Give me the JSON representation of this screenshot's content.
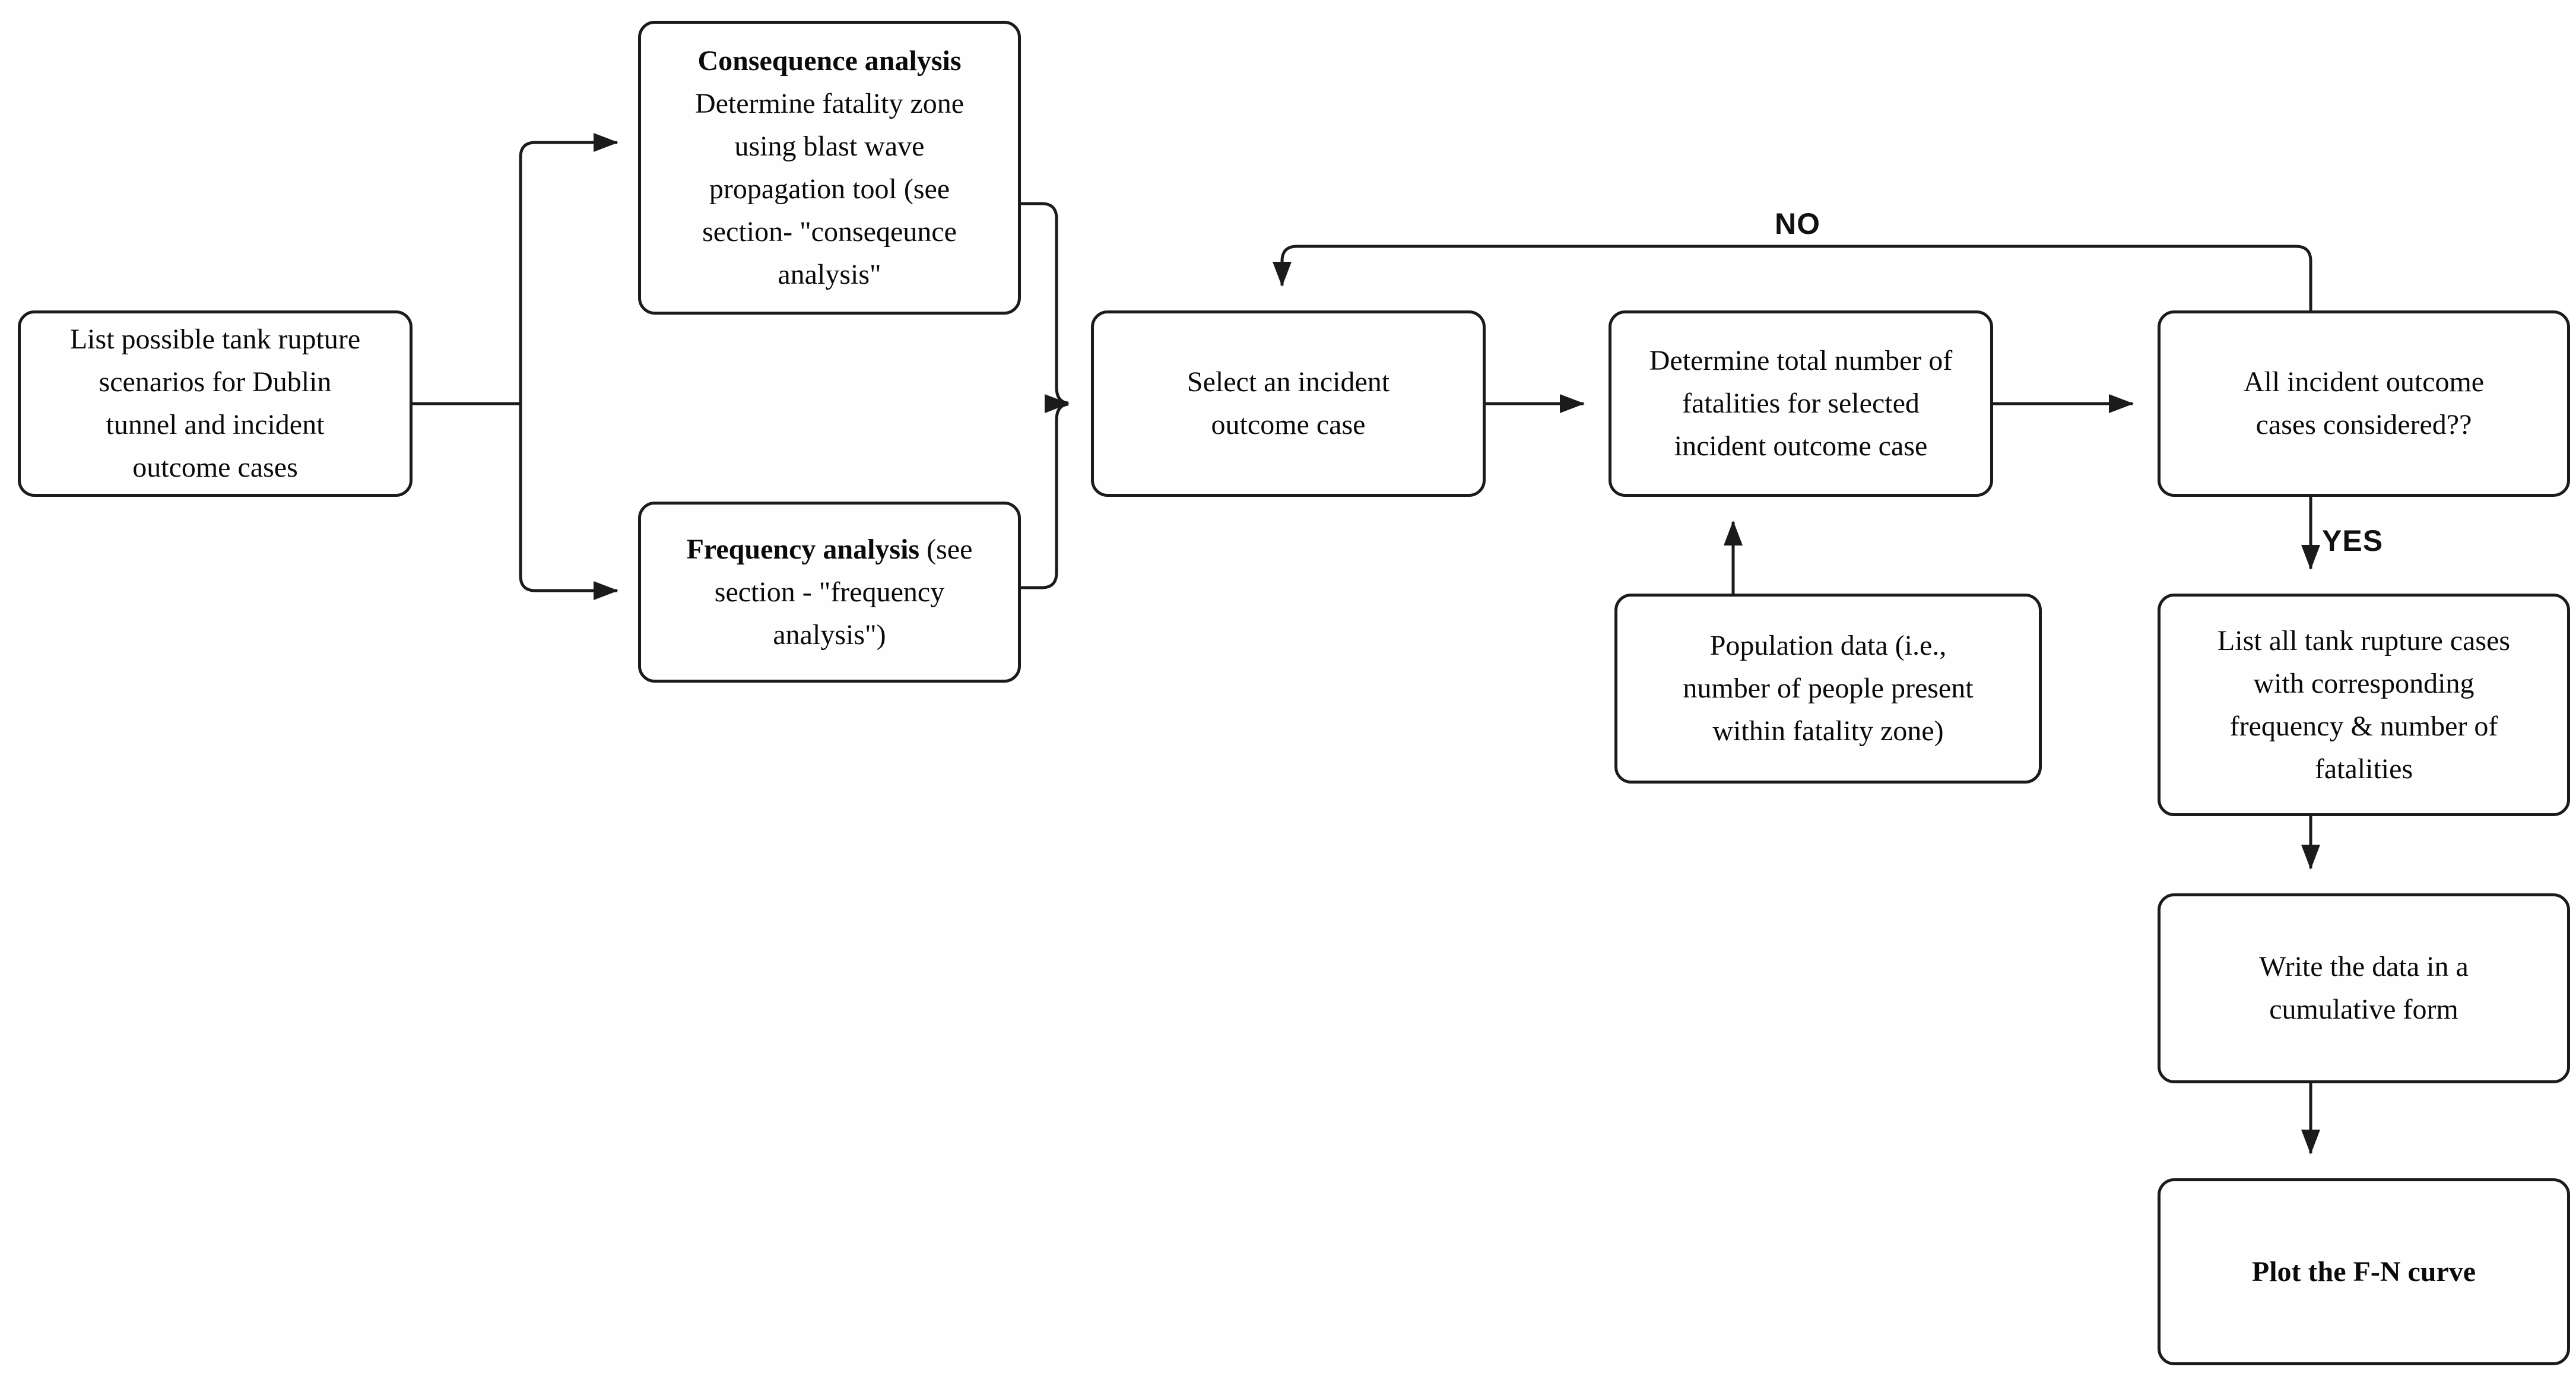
{
  "diagram": {
    "title": "F-N curve construction flowchart for Dublin tunnel tank rupture risk analysis",
    "colors": {
      "line": "#1b1b1b",
      "background": "#ffffff",
      "text": "#0a0a0a"
    },
    "nodes": {
      "scenarios": {
        "text": "List possible tank rupture\nscenarios for Dublin\ntunnel and incident\noutcome cases"
      },
      "consequence": {
        "title": "Consequence analysis",
        "body": "\nDetermine fatality zone\nusing blast wave\npropagation tool (see\nsection- \"conseqeunce\nanalysis\""
      },
      "frequency": {
        "title": "Frequency analysis",
        "body": " (see\nsection - \"frequency\nanalysis\")"
      },
      "select": {
        "text": "Select an incident\noutcome case"
      },
      "determine": {
        "text": "Determine total number of\nfatalities for selected\nincident outcome case"
      },
      "considered": {
        "text": "All incident outcome\ncases considered??"
      },
      "population": {
        "text": "Population data (i.e.,\nnumber of people present\nwithin fatality zone)"
      },
      "list_all": {
        "text": "List all tank rupture cases\nwith corresponding\nfrequency & number of\nfatalities"
      },
      "cumulative": {
        "text": "Write the data in a\ncumulative form"
      },
      "plot": {
        "text": "Plot the F-N curve"
      }
    },
    "labels": {
      "no": "NO",
      "yes": "YES"
    }
  }
}
